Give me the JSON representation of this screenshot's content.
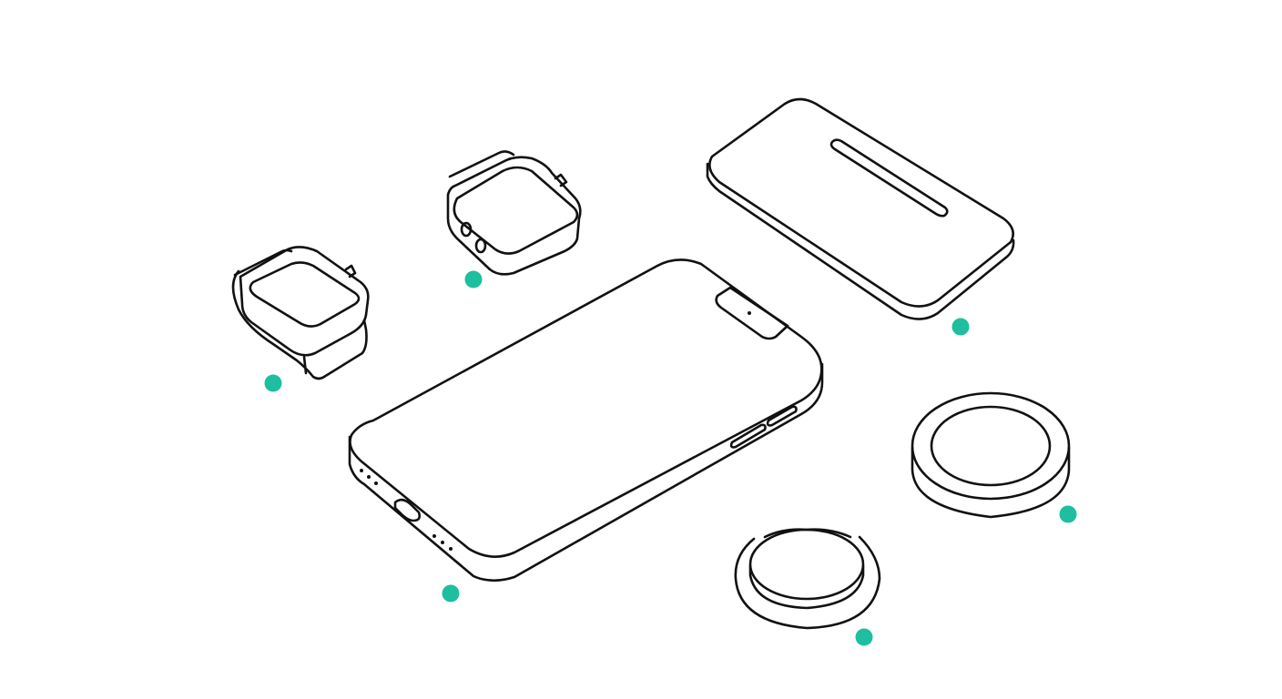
{
  "colors": {
    "background": "#ffffff",
    "line": "#111111",
    "marker": "#1dbf9f"
  },
  "illustration": {
    "items": [
      {
        "key": "smartwatch-open",
        "icon": "smartwatch-icon",
        "marker": true
      },
      {
        "key": "smartwatch-closed",
        "icon": "smartwatch-icon",
        "marker": true
      },
      {
        "key": "smartphone",
        "icon": "smartphone-icon",
        "marker": true
      },
      {
        "key": "charging-pad",
        "icon": "charging-pad-icon",
        "marker": true
      },
      {
        "key": "charging-puck",
        "icon": "charging-puck-icon",
        "marker": true
      },
      {
        "key": "magnetic-ring",
        "icon": "magnetic-ring-icon",
        "marker": true
      }
    ]
  }
}
